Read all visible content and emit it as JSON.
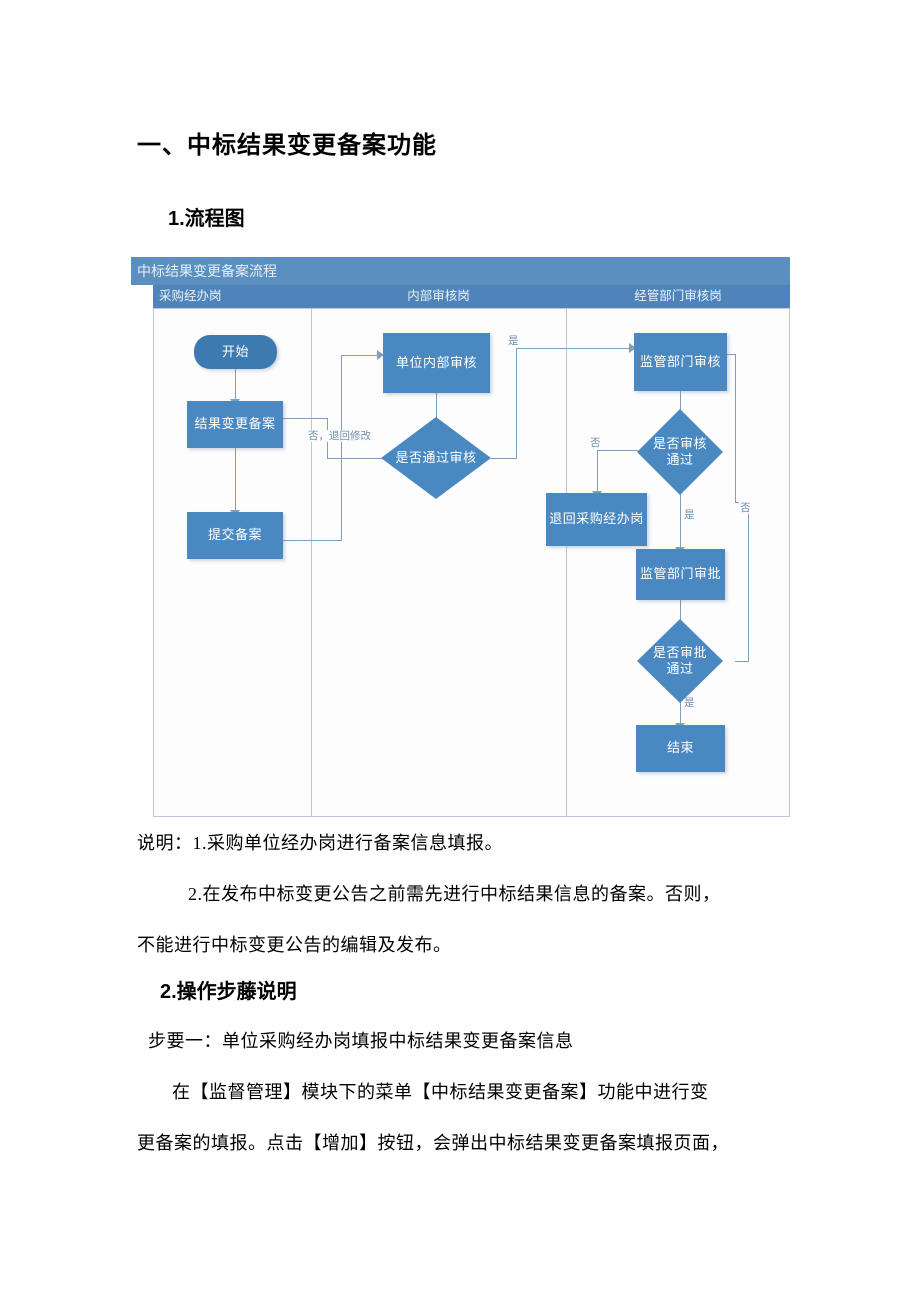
{
  "document": {
    "section_heading": "一、中标结果变更备案功能",
    "subheading_flow": "1.流程图",
    "subheading_steps": "2.操作步藤说明"
  },
  "flowchart": {
    "title": "中标结果变更备案流程",
    "lanes": [
      {
        "label": "采购经办岗"
      },
      {
        "label": "内部审核岗"
      },
      {
        "label": "经管部门审核岗"
      }
    ],
    "nodes": {
      "start": "开始",
      "result_change_record": "结果变更备案",
      "submit_record": "提交备案",
      "internal_review": "单位内部审核",
      "pass_review_decision": "是否通过审核",
      "supervisor_review": "监管部门审核",
      "review_pass_decision": "是否审核通过",
      "return_to_buyer": "退回采购经办岗",
      "supervisor_approve": "监管部门审批",
      "approve_pass_decision": "是否审批通过",
      "end": "结束"
    },
    "edge_labels": {
      "no_return_edit": "否，退回修改",
      "yes_top": "是",
      "no_left": "否",
      "yes_down": "是",
      "no_right": "否",
      "yes_end": "是"
    },
    "colors": {
      "title_bar": "#5A8FC0",
      "lane_header": "#4E84B9",
      "node_fill": "#4A88C2",
      "start_fill": "#3D7AB0",
      "connector": "#7E9FBD",
      "lane_border": "#B9C9D9"
    }
  },
  "notes": {
    "line1": "说明：1.采购单位经办岗进行备案信息填报。",
    "line2": "2.在发布中标变更公告之前需先进行中标结果信息的备案。否则，",
    "line3": "不能进行中标变更公告的编辑及发布。"
  },
  "steps": {
    "step_one_title": "步要一：单位采购经办岗填报中标结果变更备案信息",
    "body_line1": "在【监督管理】模块下的菜单【中标结果变更备案】功能中进行变",
    "body_line2": "更备案的填报。点击【增加】按钮，会弹出中标结果变更备案填报页面，"
  }
}
